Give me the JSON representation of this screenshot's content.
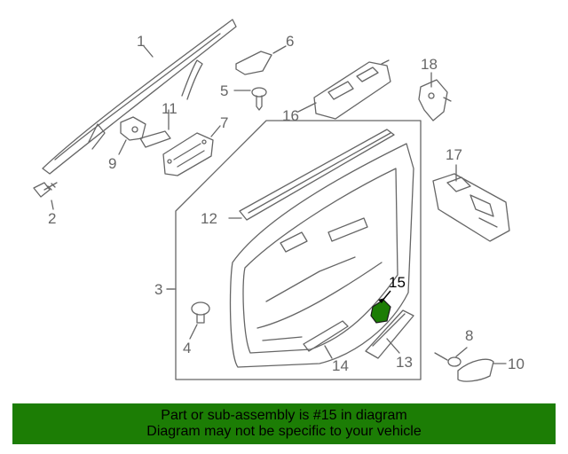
{
  "diagram": {
    "callouts": [
      {
        "label": "1"
      },
      {
        "label": "2"
      },
      {
        "label": "3"
      },
      {
        "label": "4"
      },
      {
        "label": "5"
      },
      {
        "label": "6"
      },
      {
        "label": "7"
      },
      {
        "label": "8"
      },
      {
        "label": "9"
      },
      {
        "label": "10"
      },
      {
        "label": "11"
      },
      {
        "label": "12"
      },
      {
        "label": "13"
      },
      {
        "label": "14"
      },
      {
        "label": "15"
      },
      {
        "label": "16"
      },
      {
        "label": "17"
      },
      {
        "label": "18"
      }
    ],
    "highlight_part": "15",
    "highlight_color": "#1c7d05",
    "line_color": "#666666"
  },
  "banner": {
    "line1": "Part or sub-assembly is #15 in diagram",
    "line2": "Diagram may not be specific to your vehicle",
    "background": "#1c7d05"
  }
}
